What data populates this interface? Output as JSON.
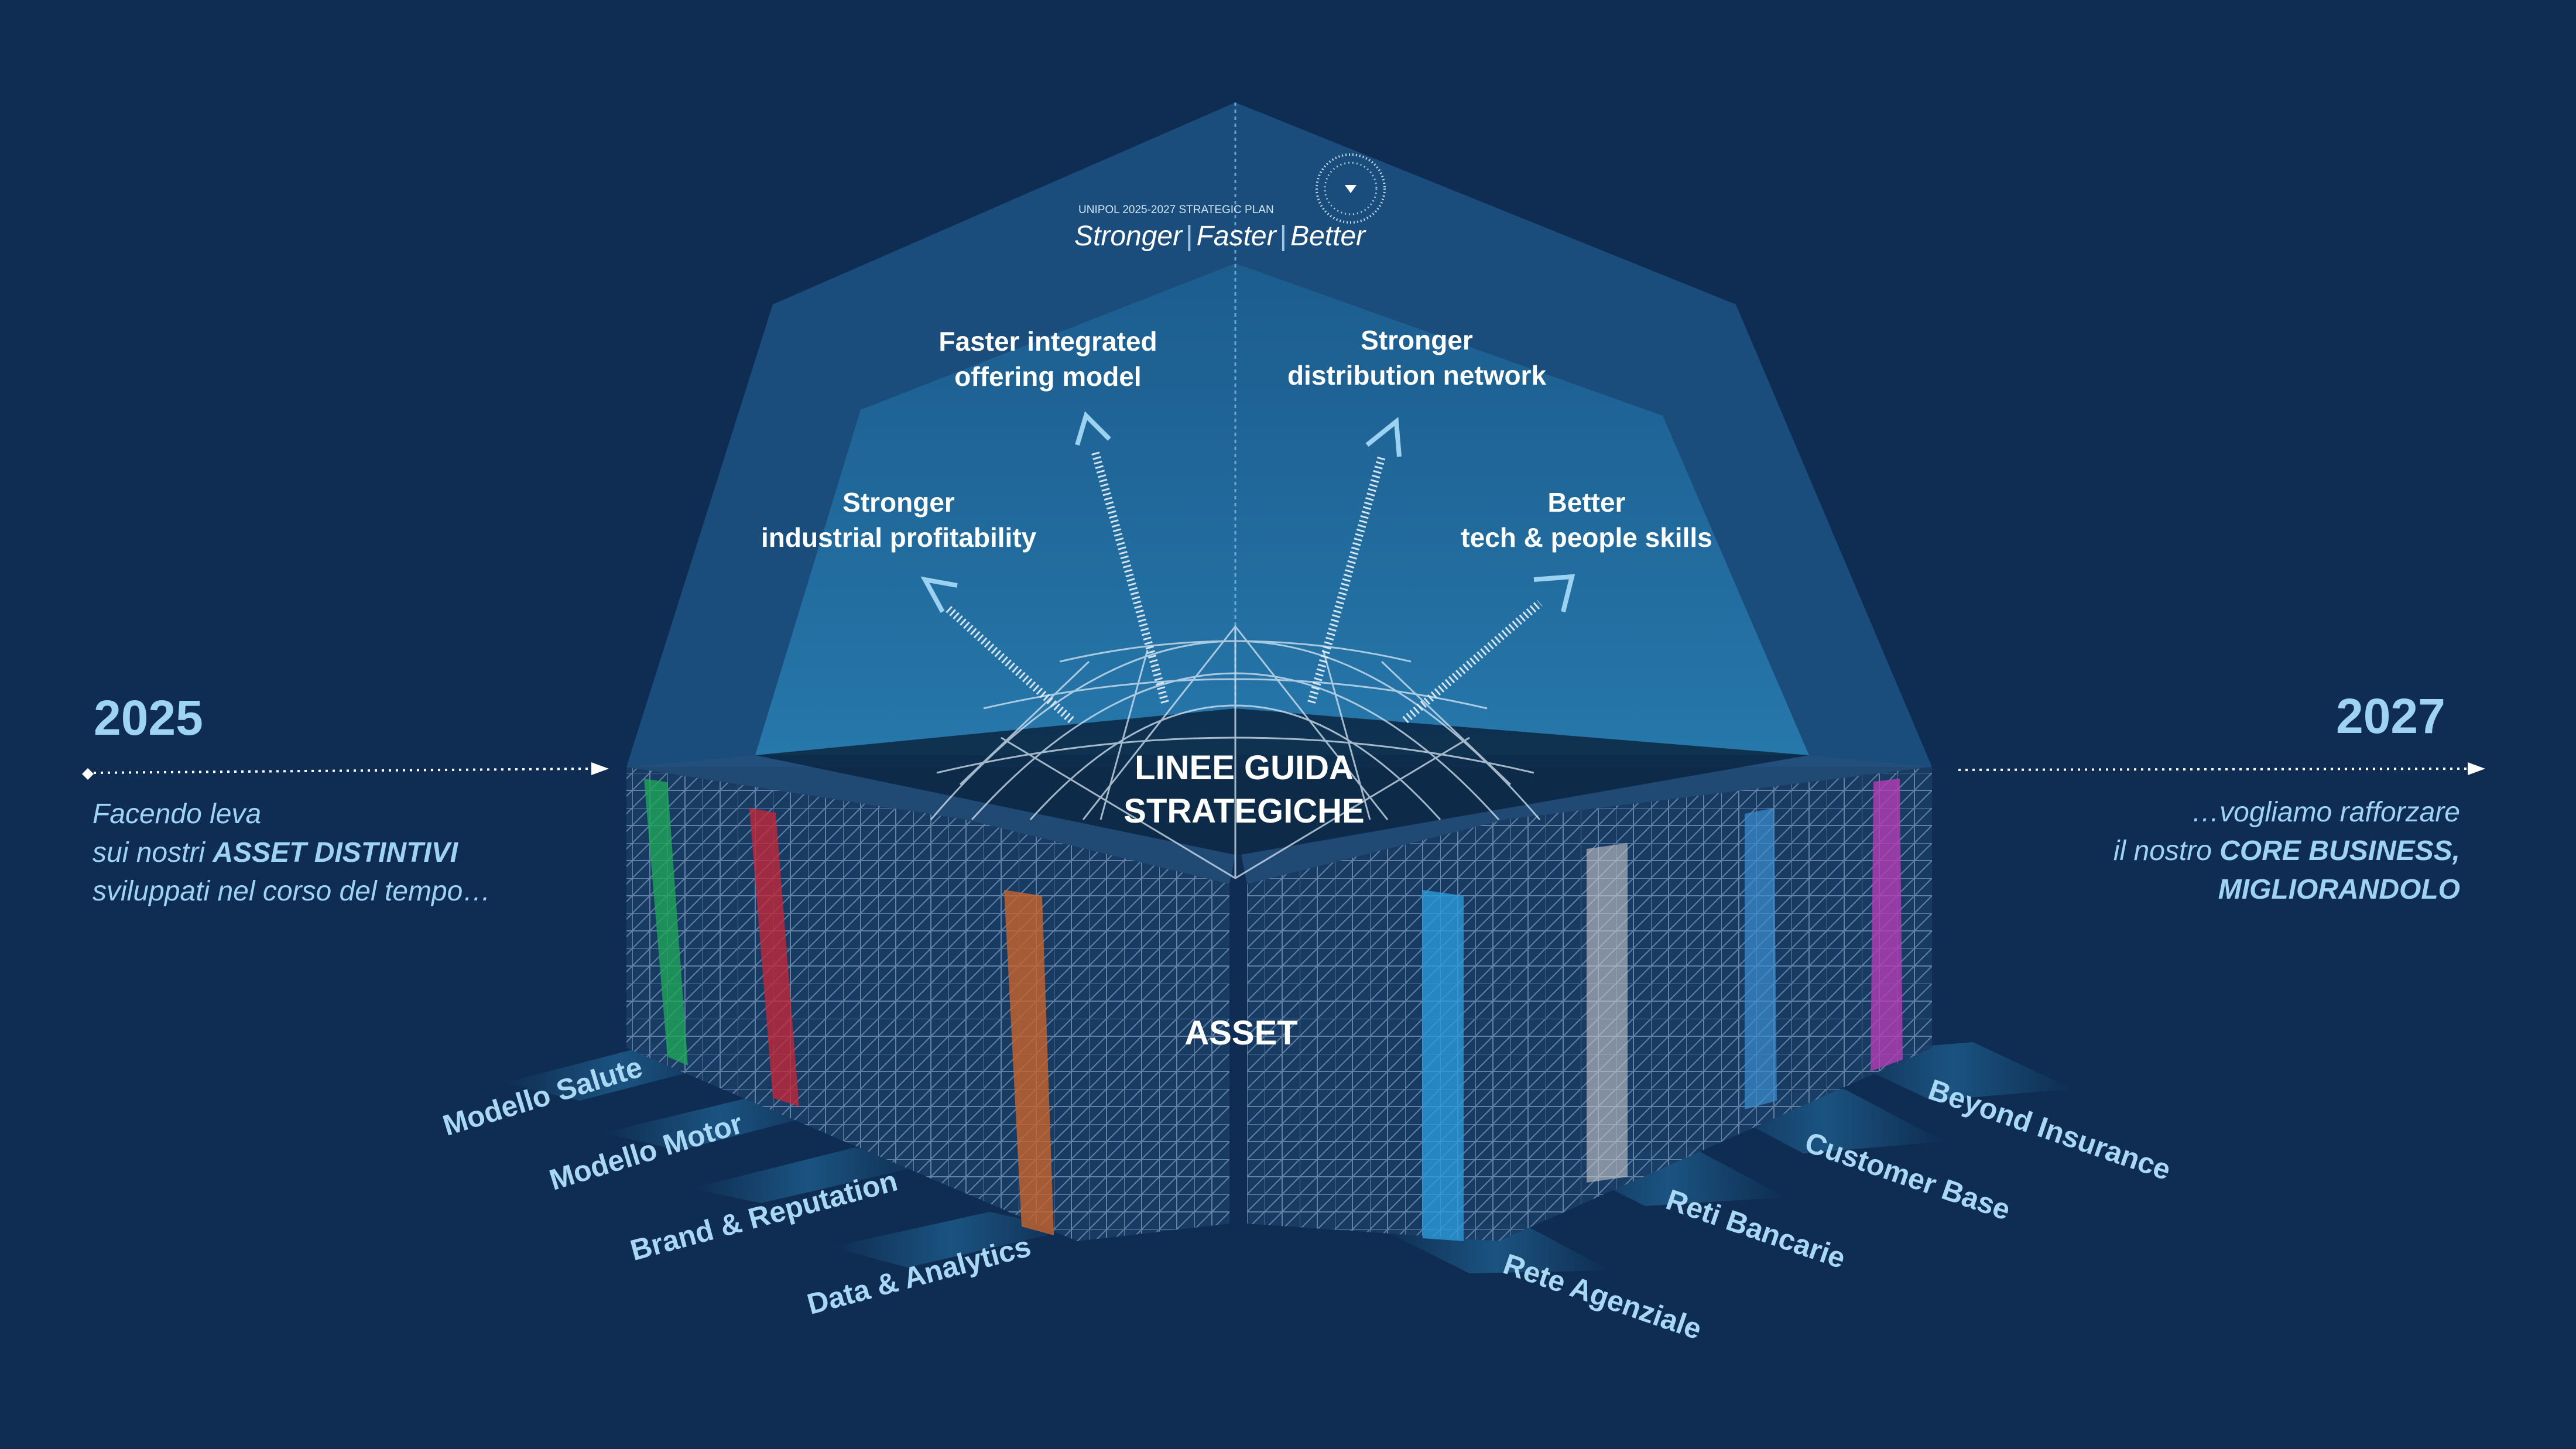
{
  "colors": {
    "background": "#0f2d52",
    "accent_light_blue": "#9fd3f3",
    "asset_salute": "#1fa557",
    "asset_motor": "#c0283a",
    "asset_data": "#c8642a",
    "asset_rete_agenziale": "#2b9ad8",
    "asset_reti_bancarie": "#c8c8c8",
    "asset_customer_base": "#3a8fcf",
    "asset_beyond": "#b43cb4"
  },
  "brand": {
    "small": "UNIPOL 2025-2027 STRATEGIC PLAN",
    "words": [
      "Stronger",
      "Faster",
      "Better"
    ],
    "logo_icon": "unipol-dotted-circle-icon"
  },
  "timeline": {
    "start_year": "2025",
    "end_year": "2027",
    "left_lines": [
      "Facendo leva",
      "sui nostri ",
      "ASSET DISTINTIVI",
      "sviluppati nel corso del tempo…"
    ],
    "right_lines": [
      "…vogliamo rafforzare",
      "il nostro ",
      "CORE BUSINESS,",
      "MIGLIORANDOLO"
    ]
  },
  "center": {
    "guidelines_title_1": "LINEE GUIDA",
    "guidelines_title_2": "STRATEGICHE",
    "asset_title": "ASSET"
  },
  "guidelines": [
    {
      "line1": "Stronger",
      "line2": "industrial profitability"
    },
    {
      "line1": "Faster integrated",
      "line2": "offering model"
    },
    {
      "line1": "Stronger",
      "line2": "distribution network"
    },
    {
      "line1": "Better",
      "line2": "tech & people skills"
    }
  ],
  "assets": [
    {
      "label": "Modello Salute"
    },
    {
      "label": "Modello Motor"
    },
    {
      "label": "Brand & Reputation"
    },
    {
      "label": "Data & Analytics"
    },
    {
      "label": "Rete Agenziale"
    },
    {
      "label": "Reti Bancarie"
    },
    {
      "label": "Customer Base"
    },
    {
      "label": "Beyond Insurance"
    }
  ]
}
